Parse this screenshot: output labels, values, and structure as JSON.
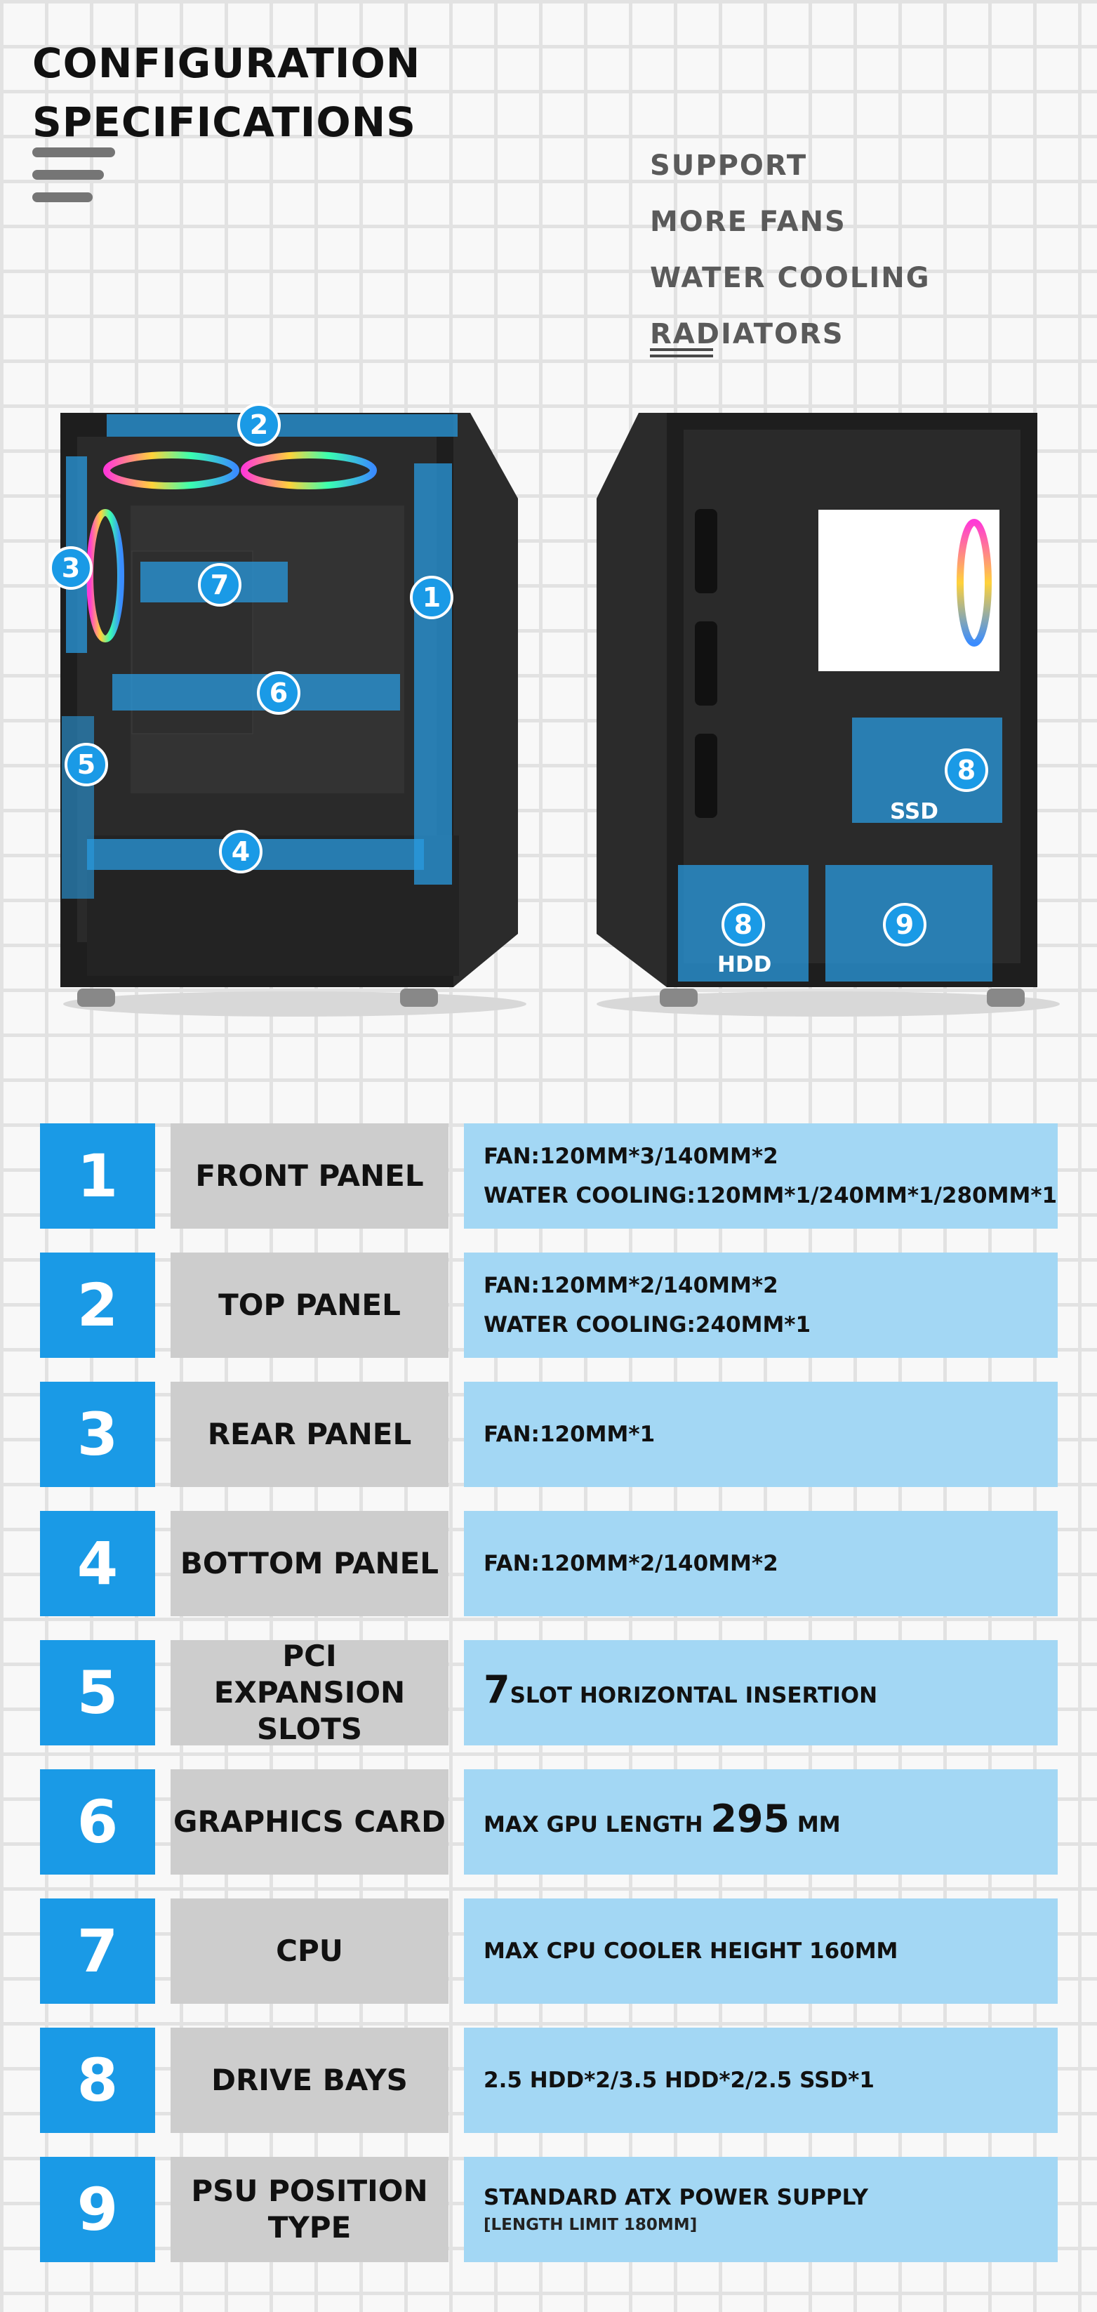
{
  "header": {
    "title_line1": "CONFIGURATION",
    "title_line2": "SPECIFICATIONS"
  },
  "support": {
    "line1": "SUPPORT",
    "line2": "MORE FANS",
    "line3": "WATER COOLING",
    "line4": "RADIATORS"
  },
  "left_case": {
    "callouts": [
      "1",
      "2",
      "3",
      "4",
      "5",
      "6",
      "7"
    ]
  },
  "right_case": {
    "callouts": [
      "8",
      "8",
      "9"
    ],
    "ssd_label": "SSD",
    "hdd_label": "HDD"
  },
  "specs": [
    {
      "num": "1",
      "name": "FRONT PANEL",
      "line1": "FAN:120MM*3/140MM*2",
      "line2": "WATER COOLING:120MM*1/240MM*1/280MM*1"
    },
    {
      "num": "2",
      "name": "TOP PANEL",
      "line1": "FAN:120MM*2/140MM*2",
      "line2": "WATER COOLING:240MM*1"
    },
    {
      "num": "3",
      "name": "REAR PANEL",
      "line1": "FAN:120MM*1"
    },
    {
      "num": "4",
      "name": "BOTTOM PANEL",
      "line1": "FAN:120MM*2/140MM*2"
    },
    {
      "num": "5",
      "name_line1": "PCI",
      "name_line2": "EXPANSION SLOTS",
      "big": "7",
      "rest": "SLOT HORIZONTAL INSERTION"
    },
    {
      "num": "6",
      "name": "GRAPHICS CARD",
      "pre": "MAX GPU LENGTH",
      "big": "295",
      "post": "MM"
    },
    {
      "num": "7",
      "name": "CPU",
      "line1": "MAX CPU COOLER HEIGHT 160MM"
    },
    {
      "num": "8",
      "name": "DRIVE BAYS",
      "line1": "2.5 HDD*2/3.5 HDD*2/2.5 SSD*1"
    },
    {
      "num": "9",
      "name_line1": "PSU POSITION",
      "name_line2": "TYPE",
      "line1": "STANDARD ATX POWER SUPPLY",
      "line2": "[LENGTH LIMIT 180MM]"
    }
  ],
  "colors": {
    "accent_blue": "#1a9ae6",
    "light_blue": "#a3d7f4",
    "gray_label": "#cdcdcd"
  }
}
